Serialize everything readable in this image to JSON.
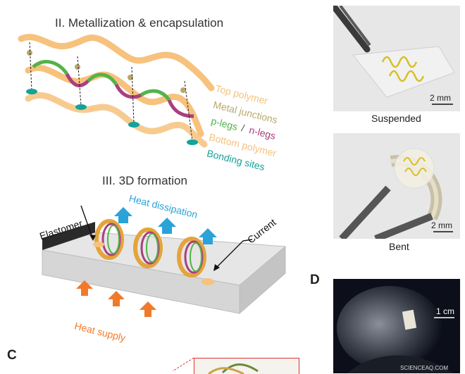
{
  "stage2": {
    "title": "II. Metallization & encapsulation",
    "legend": [
      {
        "label": "Top polymer",
        "color": "#f6c27d"
      },
      {
        "label": "Metal junctions",
        "color": "#b9a86a"
      },
      {
        "label": "p-legs",
        "color": "#53b34a"
      },
      {
        "label": "/",
        "color": "#555555"
      },
      {
        "label": "n-legs",
        "color": "#a8407e"
      },
      {
        "label": "Bottom polymer",
        "color": "#f6c27d"
      },
      {
        "label": "Bonding sites",
        "color": "#13a39a"
      }
    ]
  },
  "stage3": {
    "title": "III. 3D formation",
    "labels": {
      "elastomer": "Elastomer",
      "heat_dissipation": "Heat dissipation",
      "current": "Current",
      "heat_supply": "Heat supply"
    },
    "colors": {
      "cool": "#2aa3d8",
      "hot": "#f07a2a"
    }
  },
  "photos": {
    "suspended": {
      "caption": "Suspended",
      "scale": "2 mm"
    },
    "bent": {
      "caption": "Bent",
      "scale": "2 mm"
    },
    "panel_d": {
      "letter": "D",
      "scale": "1 cm"
    }
  },
  "panel_c": {
    "letter": "C"
  },
  "watermark": "SCIENCEAQ.COM"
}
